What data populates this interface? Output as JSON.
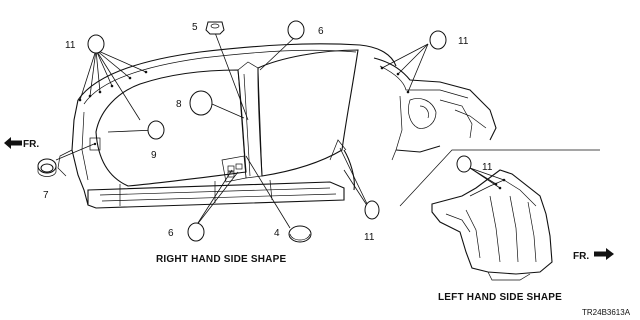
{
  "callouts": {
    "c4": "4",
    "c5": "5",
    "c6a": "6",
    "c6b": "6",
    "c7": "7",
    "c8": "8",
    "c9": "9",
    "c11a": "11",
    "c11b": "11",
    "c11c": "11",
    "c11d": "11"
  },
  "captions": {
    "right": "RIGHT HAND SIDE SHAPE",
    "left": "LEFT HAND SIDE SHAPE"
  },
  "front_labels": {
    "left": "FR.",
    "right": "FR."
  },
  "diagram_code": "TR24B3613A"
}
